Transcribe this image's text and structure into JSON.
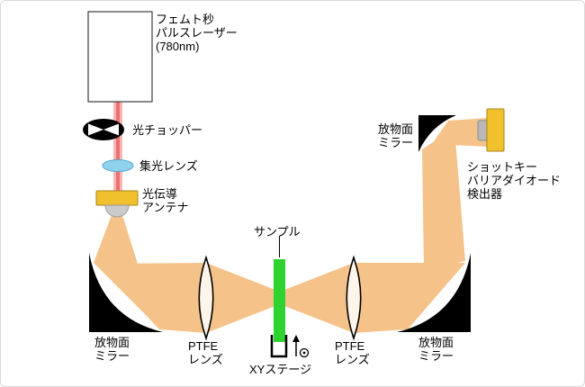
{
  "figure": {
    "labels": {
      "laser": "フェムト秒\nパルスレーザー\n(780nm)",
      "chopper": "光チョッパー",
      "focus_lens": "集光レンズ",
      "antenna": "光伝導\nアンテナ",
      "mirror_left": "放物面\nミラー",
      "ptfe_lens_left": "PTFE\nレンズ",
      "sample": "サンプル",
      "xy_stage": "XYステージ",
      "ptfe_lens_right": "PTFE\nレンズ",
      "mirror_right": "放物面\nミラー",
      "mirror_top_right": "放物面\nミラー",
      "detector": "ショットキー\nバリアダイオード\n検出器"
    },
    "colors": {
      "laser_beam_core": "#ec7070",
      "laser_beam_glow": "#f6b6b6",
      "thz_beam": "#f5c38a",
      "sample_green": "#2fd32f",
      "gold": "#f0c12c",
      "gold_border": "#a8831a",
      "focus_lens_blue": "#8fd2ee",
      "mirror_black": "#000000",
      "silicon_gray": "#cbcbcb"
    }
  }
}
